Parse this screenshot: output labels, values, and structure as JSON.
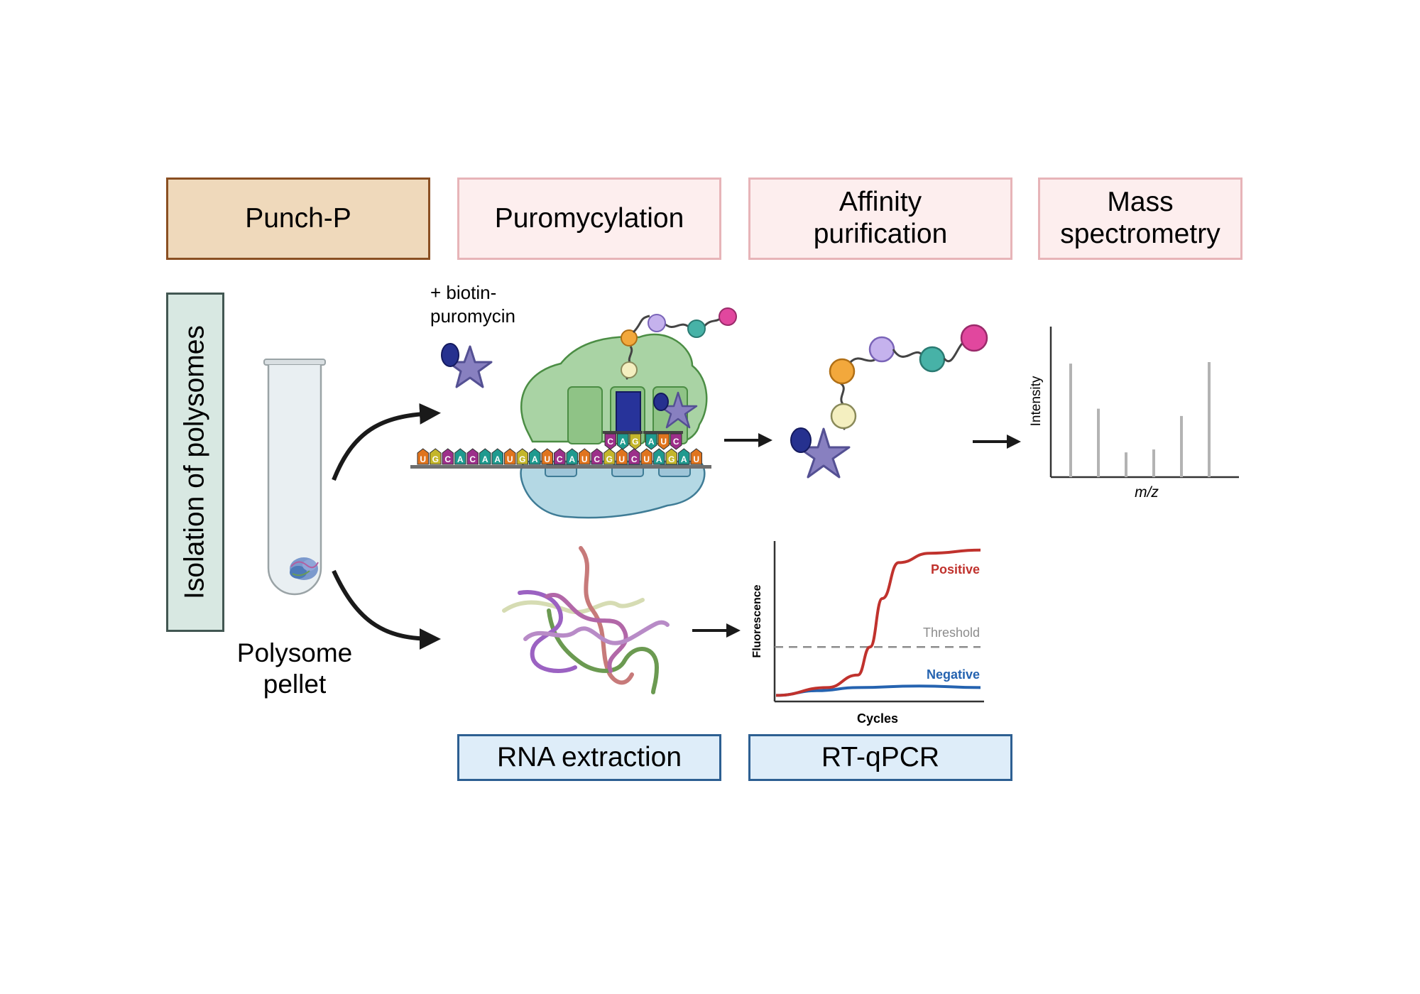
{
  "headers": {
    "method": "Punch-P",
    "step1": "Puromycylation",
    "step2_line1": "Affinity",
    "step2_line2": "purification",
    "step3_line1": "Mass",
    "step3_line2": "spectrometry"
  },
  "side_label": "Isolation of polysomes",
  "tube_label_line1": "Polysome",
  "tube_label_line2": "pellet",
  "reagent_line1": "+ biotin-",
  "reagent_line2": "puromycin",
  "footers": {
    "rna": "RNA extraction",
    "qpcr": "RT-qPCR"
  },
  "mrna_sequence": [
    "U",
    "G",
    "C",
    "A",
    "C",
    "A",
    "A",
    "U",
    "G",
    "A",
    "U",
    "C",
    "A",
    "U",
    "C",
    "G",
    "U",
    "C",
    "U",
    "A",
    "G",
    "A",
    "U"
  ],
  "codon_top": [
    "C",
    "A",
    "G",
    "A",
    "U",
    "C"
  ],
  "colors": {
    "method_fill": "#efd9bb",
    "step_fill": "#fdeeee",
    "footer_fill": "#deedf9",
    "side_fill": "#d8e8e2",
    "positive": "#c0322d",
    "negative": "#2563b0",
    "threshold": "#8c8c8c",
    "spectrum_bars": "#b3b3b3"
  },
  "ms_chart": {
    "type": "bar",
    "ylabel": "Intensity",
    "xlabel": "m/z",
    "values": [
      0.78,
      0.47,
      0.17,
      0.19,
      0.42,
      0.79
    ]
  },
  "qpcr_chart": {
    "type": "line",
    "ylabel": "Fluorescence",
    "xlabel": "Cycles",
    "threshold": 0.34,
    "threshold_label": "Threshold",
    "series": [
      {
        "name": "Positive",
        "points": [
          [
            0,
            0.03
          ],
          [
            0.25,
            0.08
          ],
          [
            0.4,
            0.16
          ],
          [
            0.46,
            0.34
          ],
          [
            0.52,
            0.65
          ],
          [
            0.6,
            0.88
          ],
          [
            0.75,
            0.94
          ],
          [
            1.0,
            0.96
          ]
        ]
      },
      {
        "name": "Negative",
        "points": [
          [
            0,
            0.03
          ],
          [
            0.2,
            0.06
          ],
          [
            0.4,
            0.08
          ],
          [
            0.7,
            0.09
          ],
          [
            1.0,
            0.08
          ]
        ]
      }
    ]
  }
}
